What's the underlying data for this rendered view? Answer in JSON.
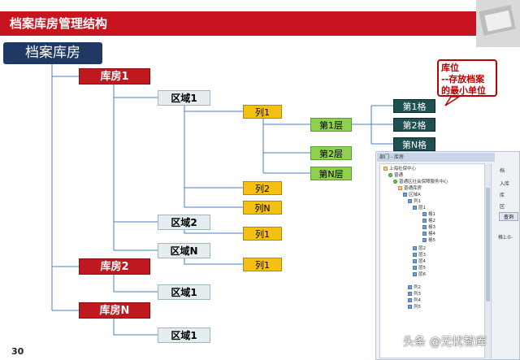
{
  "slide": {
    "title": "档案库房管理结构",
    "badge": "档案库房",
    "page_number": "30",
    "watermark": "头条 @无忧智库"
  },
  "callout": {
    "text": "库位\n--存放档案\n的最小单位"
  },
  "tree": {
    "rooms": [
      "库房1",
      "库房2",
      "库房N"
    ],
    "areas": [
      "区域1",
      "区域2",
      "区域N",
      "区域1",
      "区域1"
    ],
    "columns": [
      "列1",
      "列2",
      "列N",
      "列1",
      "列1"
    ],
    "layers": [
      "第1层",
      "第2层",
      "第N层"
    ],
    "cells": [
      "第1格",
      "第2格",
      "第N格"
    ]
  },
  "screenshot_panel": {
    "header": "部门 - 库房",
    "nodes": [
      "上海社保中心",
      "普通",
      "普通区社会保障服务中心",
      "普通库房",
      "区域A",
      "列1",
      "层1",
      "格1",
      "格2",
      "格3",
      "格4",
      "格5",
      "层2",
      "层3",
      "层4",
      "层5",
      "层6",
      "列2",
      "列3",
      "列4",
      "列5"
    ],
    "side_labels": [
      "档",
      "入库",
      "库",
      "区",
      "查询",
      "格1:0-"
    ]
  },
  "colors": {
    "title_bar": "#c8141e",
    "badge": "#1f3864",
    "room": "#c0181f",
    "area": "#e4eef0",
    "column": "#f5bf14",
    "layer": "#8fd04f",
    "cell": "#1f4f4f",
    "connector": "#4a7fc0"
  }
}
